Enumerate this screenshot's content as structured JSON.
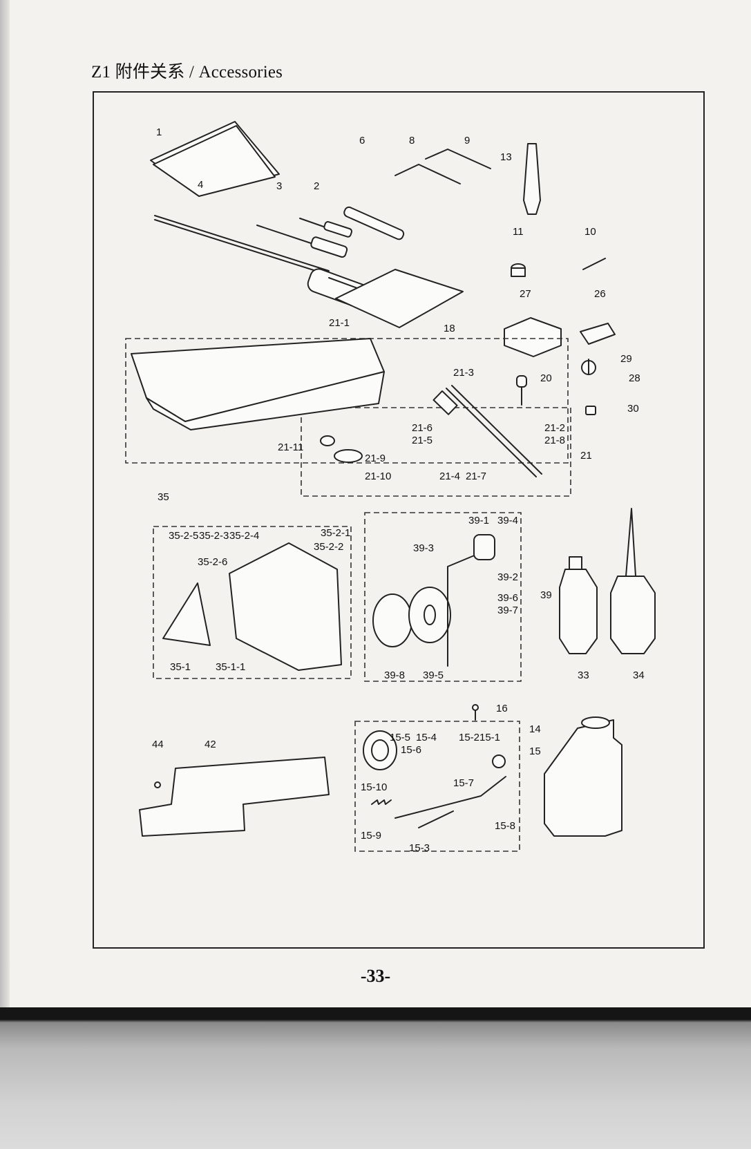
{
  "header": {
    "title": "Z1 附件关系 / Accessories"
  },
  "footer": {
    "page_number": "-33-"
  },
  "callouts": [
    {
      "id": "c1",
      "text": "1"
    },
    {
      "id": "c4",
      "text": "4"
    },
    {
      "id": "c3",
      "text": "3"
    },
    {
      "id": "c2",
      "text": "2"
    },
    {
      "id": "c6",
      "text": "6"
    },
    {
      "id": "c8",
      "text": "8"
    },
    {
      "id": "c9",
      "text": "9"
    },
    {
      "id": "c13",
      "text": "13"
    },
    {
      "id": "c11",
      "text": "11"
    },
    {
      "id": "c10",
      "text": "10"
    },
    {
      "id": "c27",
      "text": "27"
    },
    {
      "id": "c26",
      "text": "26"
    },
    {
      "id": "c18",
      "text": "18"
    },
    {
      "id": "c21_1",
      "text": "21-1"
    },
    {
      "id": "c21_3",
      "text": "21-3"
    },
    {
      "id": "c29",
      "text": "29"
    },
    {
      "id": "c20",
      "text": "20"
    },
    {
      "id": "c28",
      "text": "28"
    },
    {
      "id": "c30",
      "text": "30"
    },
    {
      "id": "c21_6",
      "text": "21-6"
    },
    {
      "id": "c21_5",
      "text": "21-5"
    },
    {
      "id": "c21_2",
      "text": "21-2"
    },
    {
      "id": "c21_8",
      "text": "21-8"
    },
    {
      "id": "c21",
      "text": "21"
    },
    {
      "id": "c21_11",
      "text": "21-11"
    },
    {
      "id": "c21_9",
      "text": "21-9"
    },
    {
      "id": "c21_10",
      "text": "21-10"
    },
    {
      "id": "c21_4",
      "text": "21-4"
    },
    {
      "id": "c21_7",
      "text": "21-7"
    },
    {
      "id": "c35",
      "text": "35"
    },
    {
      "id": "c35_2_5",
      "text": "35-2-5"
    },
    {
      "id": "c35_2_3",
      "text": "35-2-3"
    },
    {
      "id": "c35_2_4",
      "text": "35-2-4"
    },
    {
      "id": "c35_2_1",
      "text": "35-2-1"
    },
    {
      "id": "c35_2_2",
      "text": "35-2-2"
    },
    {
      "id": "c35_2_6",
      "text": "35-2-6"
    },
    {
      "id": "c35_1",
      "text": "35-1"
    },
    {
      "id": "c35_1_1",
      "text": "35-1-1"
    },
    {
      "id": "c39_1",
      "text": "39-1"
    },
    {
      "id": "c39_4",
      "text": "39-4"
    },
    {
      "id": "c39_3",
      "text": "39-3"
    },
    {
      "id": "c39_2",
      "text": "39-2"
    },
    {
      "id": "c39_6",
      "text": "39-6"
    },
    {
      "id": "c39_7",
      "text": "39-7"
    },
    {
      "id": "c39",
      "text": "39"
    },
    {
      "id": "c39_8",
      "text": "39-8"
    },
    {
      "id": "c39_5",
      "text": "39-5"
    },
    {
      "id": "c33",
      "text": "33"
    },
    {
      "id": "c34",
      "text": "34"
    },
    {
      "id": "c16",
      "text": "16"
    },
    {
      "id": "c14",
      "text": "14"
    },
    {
      "id": "c15",
      "text": "15"
    },
    {
      "id": "c44",
      "text": "44"
    },
    {
      "id": "c42",
      "text": "42"
    },
    {
      "id": "c15_5",
      "text": "15-5"
    },
    {
      "id": "c15_4",
      "text": "15-4"
    },
    {
      "id": "c15_2",
      "text": "15-2"
    },
    {
      "id": "c15_1",
      "text": "15-1"
    },
    {
      "id": "c15_6",
      "text": "15-6"
    },
    {
      "id": "c15_10",
      "text": "15-10"
    },
    {
      "id": "c15_7",
      "text": "15-7"
    },
    {
      "id": "c15_8",
      "text": "15-8"
    },
    {
      "id": "c15_9",
      "text": "15-9"
    },
    {
      "id": "c15_3",
      "text": "15-3"
    }
  ]
}
